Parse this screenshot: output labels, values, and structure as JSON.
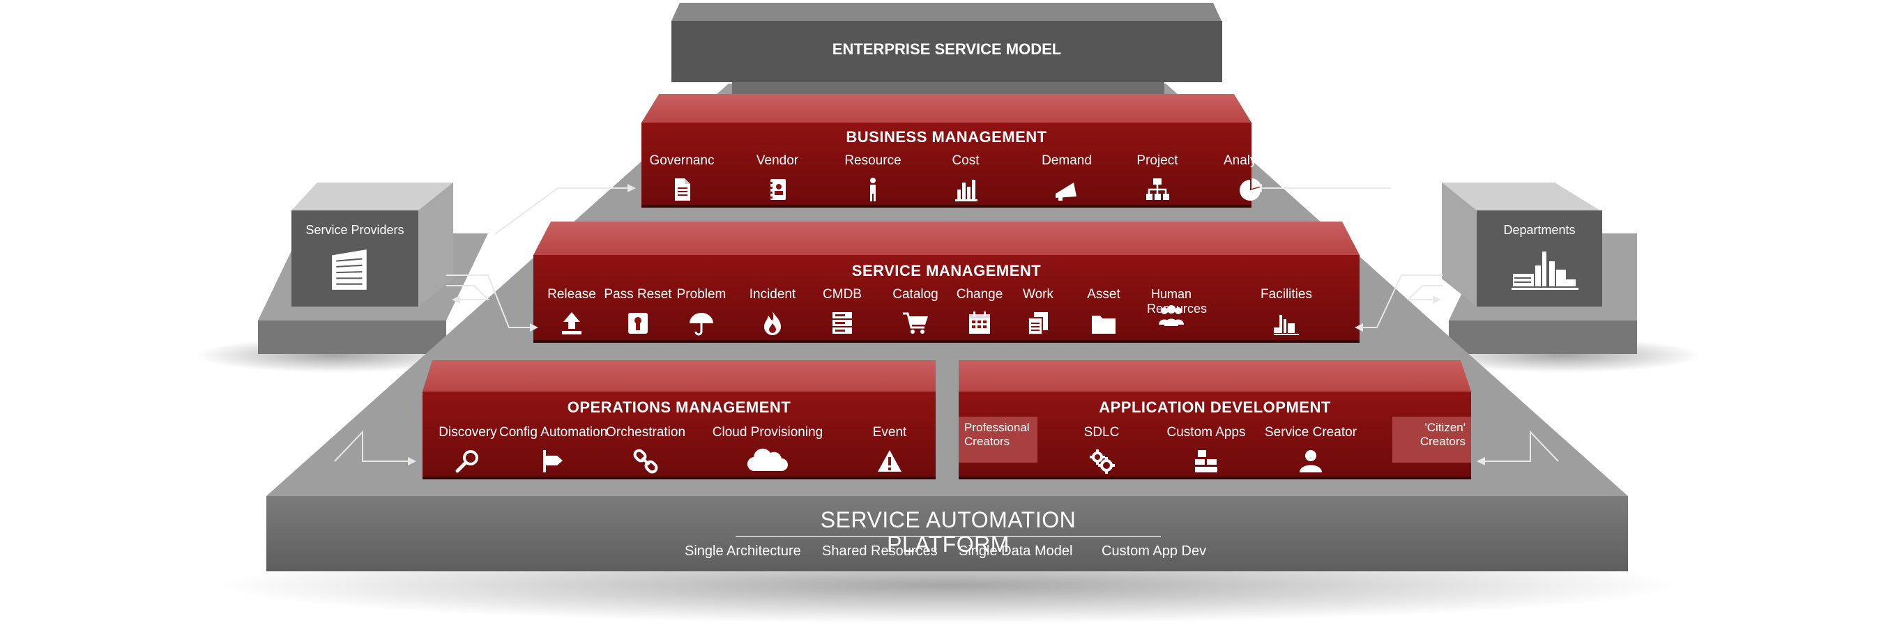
{
  "top": {
    "title": "ENTERPRISE SERVICE MODEL"
  },
  "business": {
    "title": "BUSINESS MANAGEMENT",
    "items": [
      {
        "label": "Governanc",
        "icon": "document-icon"
      },
      {
        "label": "Vendor",
        "icon": "notebook-icon"
      },
      {
        "label": "Resource",
        "icon": "person-icon"
      },
      {
        "label": "Cost",
        "icon": "bar-chart-icon"
      },
      {
        "label": "Demand",
        "icon": "megaphone-icon"
      },
      {
        "label": "Project",
        "icon": "org-chart-icon"
      },
      {
        "label": "Analytics",
        "icon": "pie-chart-icon"
      }
    ]
  },
  "service": {
    "title": "SERVICE MANAGEMENT",
    "items": [
      {
        "label": "Release",
        "icon": "upload-icon"
      },
      {
        "label": "Pass Reset",
        "icon": "badge-icon"
      },
      {
        "label": "Problem",
        "icon": "umbrella-icon"
      },
      {
        "label": "Incident",
        "icon": "fire-icon"
      },
      {
        "label": "CMDB",
        "icon": "server-icon"
      },
      {
        "label": "Catalog",
        "icon": "cart-icon"
      },
      {
        "label": "Change",
        "icon": "calendar-icon"
      },
      {
        "label": "Work",
        "icon": "files-icon"
      },
      {
        "label": "Asset",
        "icon": "folder-icon"
      },
      {
        "label": "Human Resources",
        "icon": "people-icon"
      },
      {
        "label": "Facilities",
        "icon": "factory-icon"
      }
    ]
  },
  "operations": {
    "title": "OPERATIONS MANAGEMENT",
    "items": [
      {
        "label": "Discovery",
        "icon": "magnifier-icon"
      },
      {
        "label": "Config Automation",
        "icon": "signpost-icon"
      },
      {
        "label": "Orchestration",
        "icon": "chain-link-icon"
      },
      {
        "label": "Cloud Provisioning",
        "icon": "cloud-icon"
      },
      {
        "label": "Event",
        "icon": "warning-icon"
      }
    ]
  },
  "appdev": {
    "title": "APPLICATION DEVELOPMENT",
    "professional": "Professional Creators",
    "citizen": "'Citizen' Creators",
    "items": [
      {
        "label": "SDLC",
        "icon": "gears-icon"
      },
      {
        "label": "Custom Apps",
        "icon": "blocks-icon"
      },
      {
        "label": "Service Creator",
        "icon": "user-icon"
      }
    ]
  },
  "providers": {
    "label": "Service Providers",
    "icon": "building-icon"
  },
  "departments": {
    "label": "Departments",
    "icon": "factory-icon"
  },
  "platform": {
    "title_line1": "SERVICE AUTOMATION",
    "title_line2": "PLATFORM",
    "features": [
      "Single Architecture",
      "Shared Resources",
      "Single Data Model",
      "Custom App Dev"
    ]
  },
  "colors": {
    "red_front": "#8b1010",
    "red_top": "#c25050",
    "gray_dark": "#5a5a5a",
    "gray_mid": "#8c8c8c",
    "gray_light": "#bdbdbd"
  }
}
